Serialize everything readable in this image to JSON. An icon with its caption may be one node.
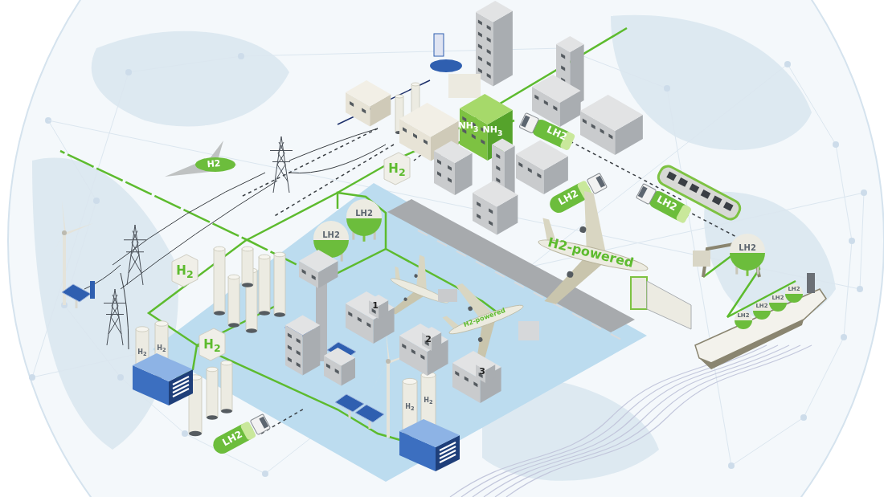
{
  "diagram": {
    "labels": [
      "NH$_{3}$",
      "NH$_{3}$",
      "LH2",
      "H2",
      "H$_{2}$",
      "LH2",
      "LH2",
      "LH2",
      "LH2",
      "H2-powered",
      "LH2",
      "H$_{2}$",
      "LH2",
      "LH2",
      "LH2",
      "LH2",
      "1",
      "H2-powered",
      "2",
      "H$_{2}$",
      "H$_{2}$",
      "H$_{2}$",
      "3",
      "H$_{2}$",
      "H$_{2}$",
      "LH2"
    ]
  }
}
